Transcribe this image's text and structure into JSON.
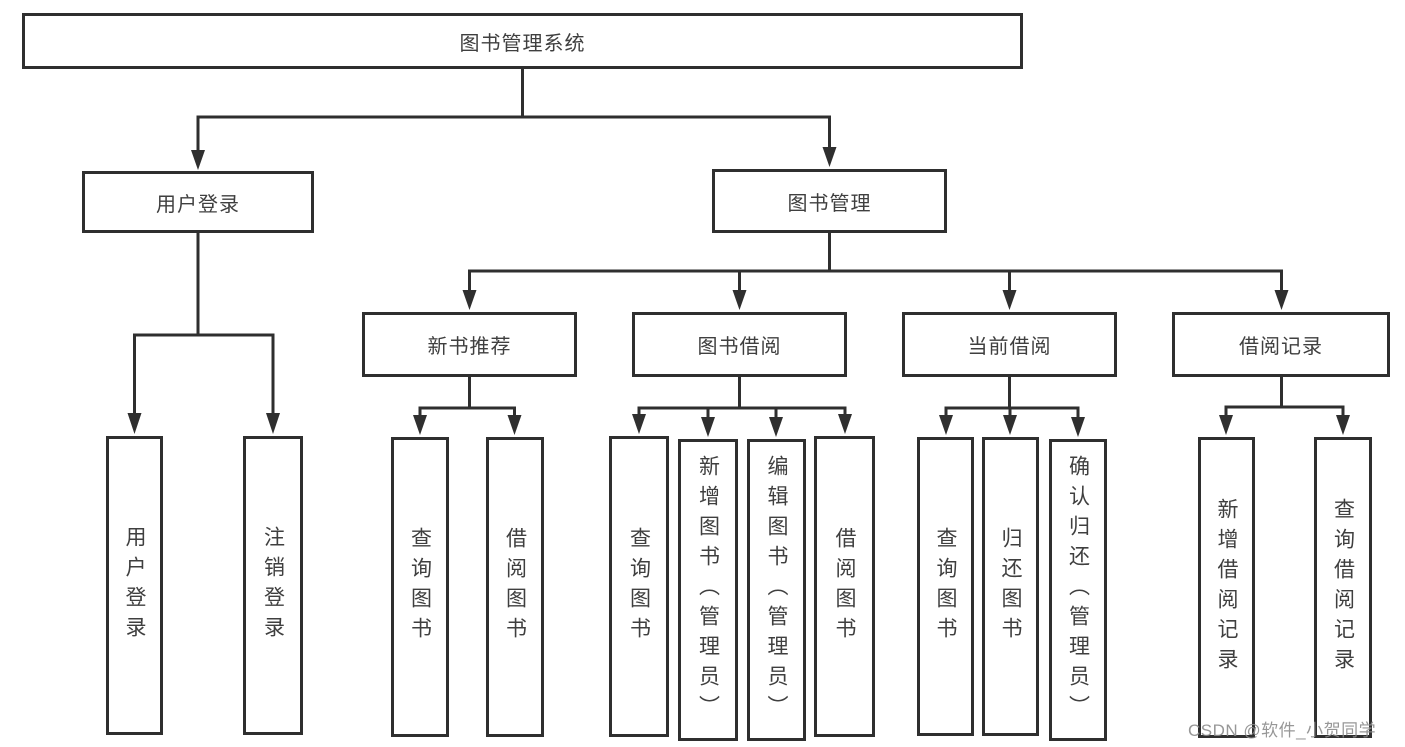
{
  "diagram": {
    "title": "图书管理系统",
    "colors": {
      "line": "#2f2f2f",
      "text": "#3f3f3f",
      "background": "#ffffff",
      "watermark": "#8c8c8c"
    },
    "watermark": "CSDN @软件_小贺同学"
  },
  "nodes": {
    "root": {
      "label": "图书管理系统"
    },
    "userLogin": {
      "label": "用户登录"
    },
    "bookManagement": {
      "label": "图书管理"
    },
    "newBookRecommend": {
      "label": "新书推荐"
    },
    "bookBorrow": {
      "label": "图书借阅"
    },
    "currentBorrow": {
      "label": "当前借阅"
    },
    "borrowRecord": {
      "label": "借阅记录"
    },
    "leafUserLogin": {
      "label": "用户登录"
    },
    "leafLogout": {
      "label": "注销登录"
    },
    "leafQueryBookA": {
      "label": "查询图书"
    },
    "leafBorrowBookA": {
      "label": "借阅图书"
    },
    "leafQueryBookB": {
      "label": "查询图书"
    },
    "leafAddBook": {
      "label": "新增图书（管理员）"
    },
    "leafEditBook": {
      "label": "编辑图书（管理员）"
    },
    "leafBorrowBookB": {
      "label": "借阅图书"
    },
    "leafQueryBookC": {
      "label": "查询图书"
    },
    "leafReturnBook": {
      "label": "归还图书"
    },
    "leafConfirmReturn": {
      "label": "确认归还（管理员）"
    },
    "leafAddRecord": {
      "label": "新增借阅记录"
    },
    "leafQueryRecord": {
      "label": "查询借阅记录"
    }
  }
}
